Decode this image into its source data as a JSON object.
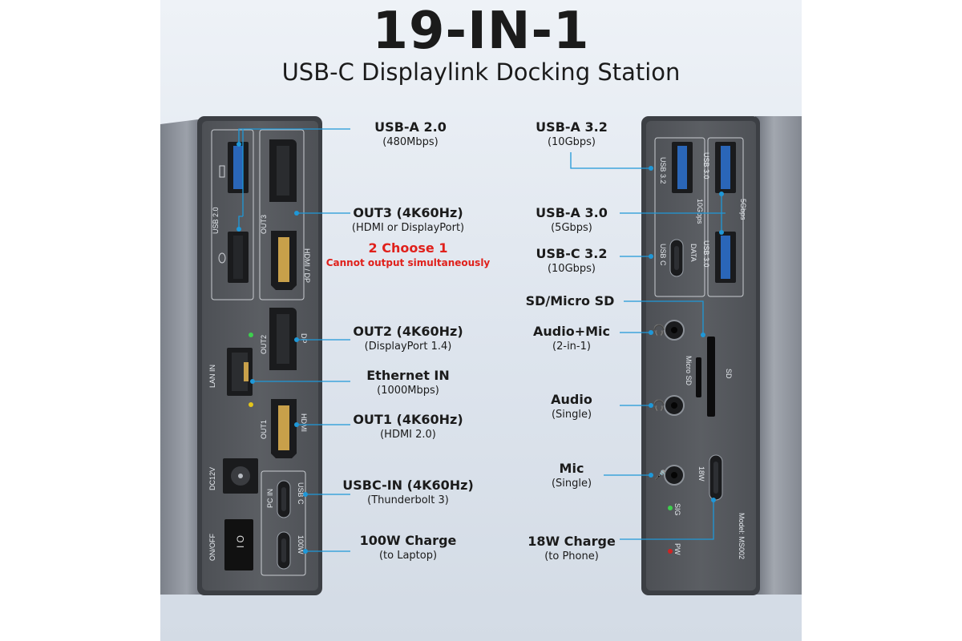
{
  "header": {
    "title": "19-IN-1",
    "subtitle": "USB-C Displaylink Docking Station"
  },
  "left_callouts": [
    {
      "title": "USB-A 2.0",
      "sub": "(480Mbps)"
    },
    {
      "title": "OUT3 (4K60Hz)",
      "sub": "(HDMI or DisplayPort)"
    },
    {
      "title": "2 Choose 1",
      "sub": "Cannot output simultaneously"
    },
    {
      "title": "OUT2 (4K60Hz)",
      "sub": "(DisplayPort 1.4)"
    },
    {
      "title": "Ethernet IN",
      "sub": "(1000Mbps)"
    },
    {
      "title": "OUT1 (4K60Hz)",
      "sub": "(HDMI 2.0)"
    },
    {
      "title": "USBC-IN (4K60Hz)",
      "sub": "(Thunderbolt 3)"
    },
    {
      "title": "100W Charge",
      "sub": "(to Laptop)"
    }
  ],
  "right_callouts": [
    {
      "title": "USB-A 3.2",
      "sub": "(10Gbps)"
    },
    {
      "title": "USB-A 3.0",
      "sub": "(5Gbps)"
    },
    {
      "title": "USB-C 3.2",
      "sub": "(10Gbps)"
    },
    {
      "title": "SD/Micro SD",
      "sub": ""
    },
    {
      "title": "Audio+Mic",
      "sub": "(2-in-1)"
    },
    {
      "title": "Audio",
      "sub": "(Single)"
    },
    {
      "title": "Mic",
      "sub": "(Single)"
    },
    {
      "title": "18W Charge",
      "sub": "(to Phone)"
    }
  ],
  "left_panel_labels": {
    "usb20": "USB 2.0",
    "out3": "OUT3",
    "hdmi_dp": "HDMI / DP",
    "out2": "OUT2",
    "dp": "DP",
    "lan_in": "LAN IN",
    "out1": "OUT1",
    "hdmi": "HDMI",
    "dc12v": "DC12V",
    "onoff": "ON/OFF",
    "pc_in": "PC IN",
    "usb_c": "USB C",
    "w100": "100W"
  },
  "right_panel_labels": {
    "usb32": "USB 3.2",
    "gbps10": "10Gbps",
    "usb30_a": "USB 3.0",
    "usb30_b": "USB 3.0",
    "gbps5": "5Gbps",
    "data": "DATA",
    "usbc": "USB C",
    "micro_sd": "Micro SD",
    "sd": "SD",
    "w18": "18W",
    "sig": "SIG",
    "pw": "PW",
    "model": "Model: MS002"
  },
  "colors": {
    "callout_line": "#1f98d8",
    "panel": "#56585d",
    "chassis": "#8a8f98",
    "highlight": "#e0201b"
  }
}
